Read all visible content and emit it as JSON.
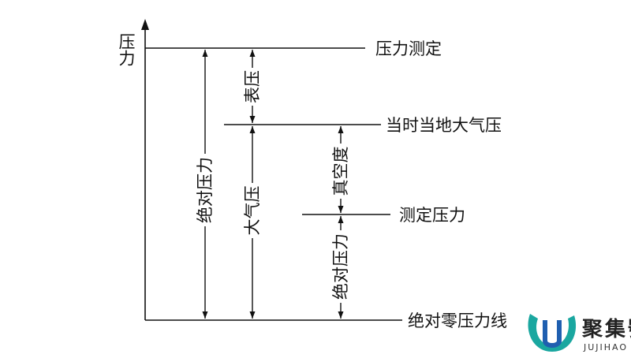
{
  "axis": {
    "ylabel": "压力"
  },
  "levels": {
    "measured_high": "压力测定",
    "atmosphere": "当时当地大气压",
    "measured_low": "测定压力",
    "absolute_zero": "绝对零压力线"
  },
  "dimensions": {
    "absolute_pressure_high": "绝对压力",
    "gauge_pressure": "表压",
    "atmospheric_pressure": "大气压",
    "vacuum": "真空度",
    "absolute_pressure_low": "绝对压力"
  },
  "watermark": {
    "text_cn": "聚集號",
    "text_en": "JUJIHAO"
  }
}
